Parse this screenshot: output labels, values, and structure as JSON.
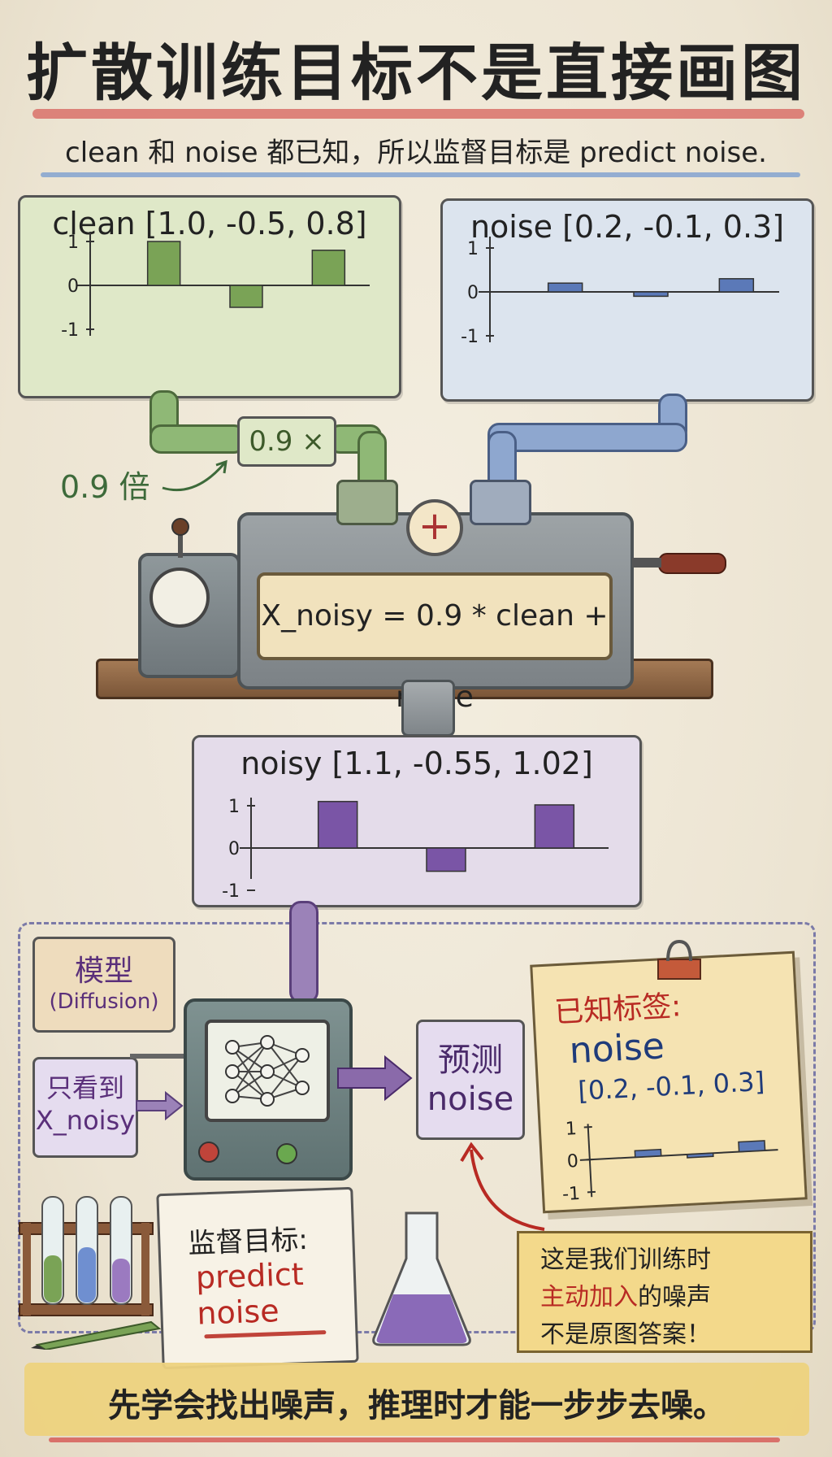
{
  "title": "扩散训练目标不是直接画图",
  "subtitle": "clean 和 noise 都已知，所以监督目标是 predict noise.",
  "panels": {
    "clean": {
      "title": "clean [1.0, -0.5, 0.8]",
      "values": [
        1.0,
        -0.5,
        0.8
      ],
      "fill": "#7aa356",
      "ticks": [
        "1",
        "0",
        "-1"
      ]
    },
    "noise": {
      "title": "noise [0.2, -0.1, 0.3]",
      "values": [
        0.2,
        -0.1,
        0.3
      ],
      "fill": "#5b79b8",
      "ticks": [
        "1",
        "0",
        "-1"
      ]
    },
    "noisy": {
      "title": "noisy [1.1, -0.55, 1.02]",
      "values": [
        1.1,
        -0.55,
        1.02
      ],
      "fill": "#7a55a6",
      "ticks": [
        "1",
        "0",
        "-1"
      ]
    }
  },
  "factor_box": "0.9 ×",
  "factor_note": "0.9 倍",
  "plus_symbol": "+",
  "formula": "X_noisy = 0.9 * clean + noise",
  "model": {
    "title": "模型",
    "subtitle": "(Diffusion)",
    "sees_line1": "只看到",
    "sees_line2": "X_noisy",
    "predict_line1": "预测",
    "predict_line2": "noise"
  },
  "known_label": {
    "title": "已知标签:",
    "name": "noise",
    "values_text": "[0.2, -0.1, 0.3]",
    "values": [
      0.2,
      -0.1,
      0.3
    ],
    "fill": "#5b79b8",
    "ticks": [
      "1",
      "0",
      "-1"
    ]
  },
  "notebook": {
    "label": "监督目标:",
    "line1": "predict",
    "line2": "noise"
  },
  "caption": {
    "line1": "这是我们训练时",
    "line2_highlight": "主动加入",
    "line2_rest": "的噪声",
    "line3": "不是原图答案！"
  },
  "footer": "先学会找出噪声，推理时才能一步步去噪。",
  "colors": {
    "green": "#7aa356",
    "blue": "#5b79b8",
    "purple": "#7a55a6",
    "red_text": "#b82a23"
  }
}
